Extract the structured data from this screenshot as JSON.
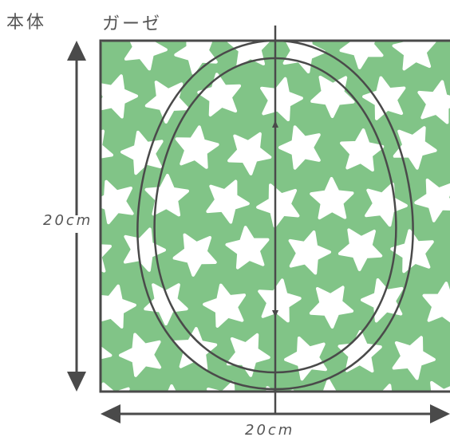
{
  "labels": {
    "main_piece": "本体",
    "fabric": "ガーゼ",
    "height": "20cm",
    "width": "20cm"
  },
  "colors": {
    "fabric_green": "#81c487",
    "star_white": "#ffffff",
    "line_gray": "#4a4a4a",
    "text_gray": "#555555"
  },
  "icons": [
    "star-shape",
    "arrow-head-icon"
  ]
}
